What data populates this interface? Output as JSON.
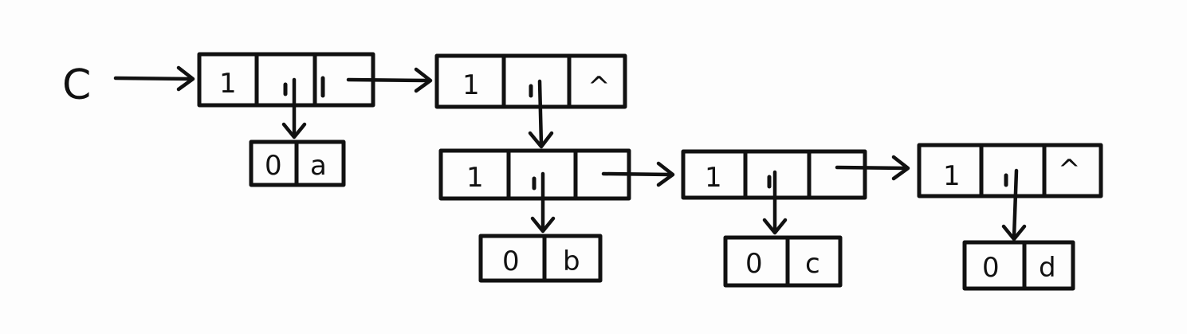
{
  "head_label": "C",
  "nodes": [
    {
      "id": "n1",
      "tag": "1",
      "null_tail": ""
    },
    {
      "id": "n2",
      "tag": "1",
      "null_tail": "^"
    },
    {
      "id": "n3",
      "tag": "1",
      "null_tail": ""
    },
    {
      "id": "n4",
      "tag": "1",
      "null_tail": ""
    },
    {
      "id": "n5",
      "tag": "1",
      "null_tail": "^"
    }
  ],
  "atoms": [
    {
      "id": "a",
      "tag": "0",
      "value": "a"
    },
    {
      "id": "b",
      "tag": "0",
      "value": "b"
    },
    {
      "id": "c",
      "tag": "0",
      "value": "c"
    },
    {
      "id": "d",
      "tag": "0",
      "value": "d"
    }
  ]
}
